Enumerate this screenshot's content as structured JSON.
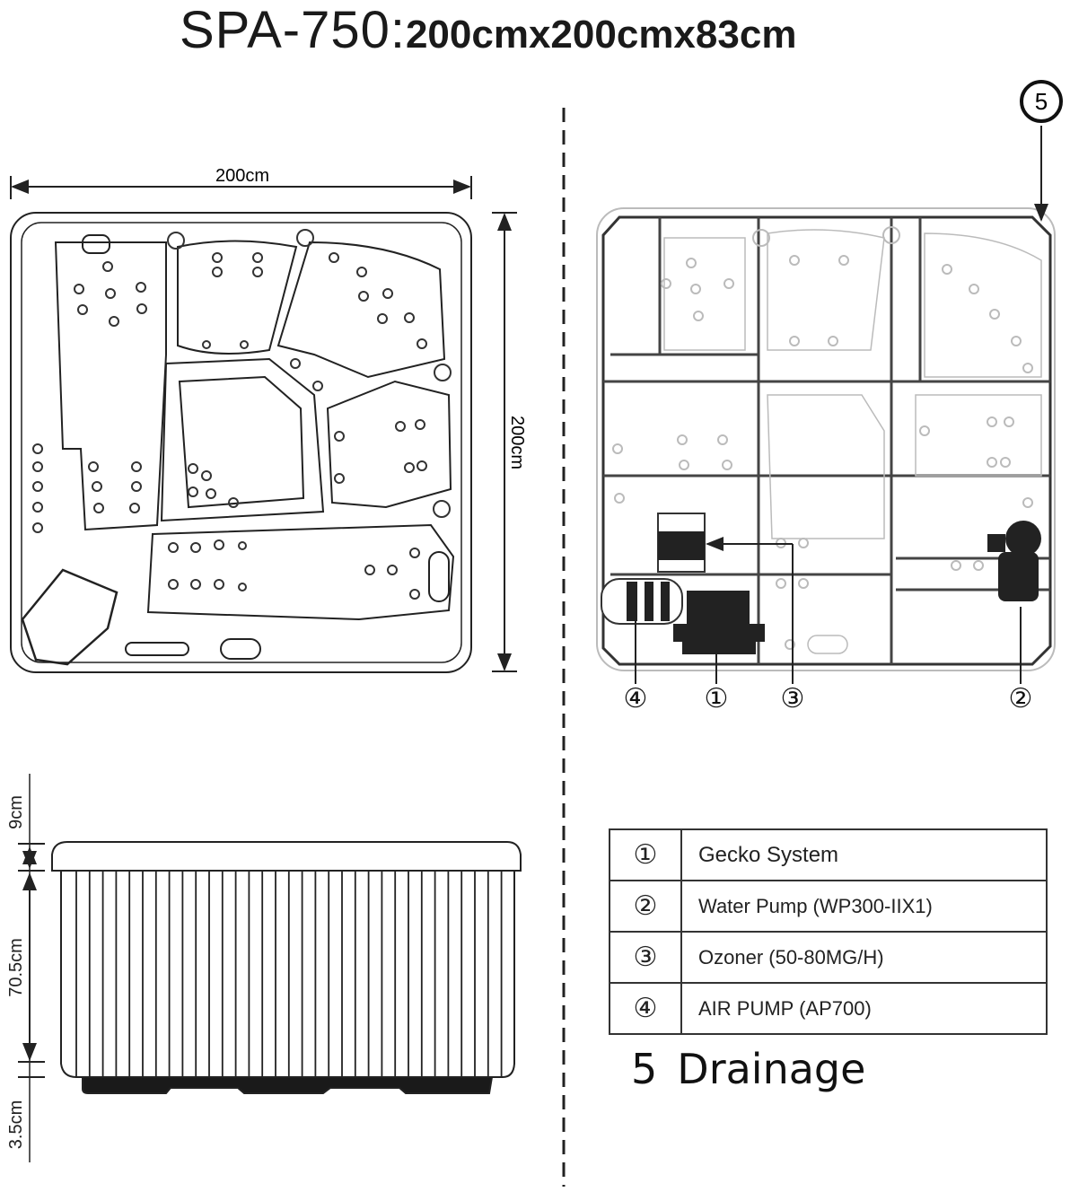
{
  "title": {
    "model": "SPA-750:",
    "dimensions": "200cmx200cmx83cm"
  },
  "top_view": {
    "width_label": "200cm",
    "depth_label": "200cm"
  },
  "side_view": {
    "labels": [
      "9cm",
      "70.5cm",
      "3.5cm"
    ]
  },
  "components_view": {
    "callouts": [
      "④",
      "①",
      "③",
      "②",
      "⑤"
    ]
  },
  "legend": {
    "rows": [
      {
        "num": "①",
        "label": "Gecko System"
      },
      {
        "num": "②",
        "label": "Water Pump (WP300-IIX1)"
      },
      {
        "num": "③",
        "label": "Ozoner (50-80MG/H)"
      },
      {
        "num": "④",
        "label": "AIR PUMP (AP700)"
      }
    ],
    "drainage": {
      "num": "5",
      "label": "Drainage"
    }
  }
}
